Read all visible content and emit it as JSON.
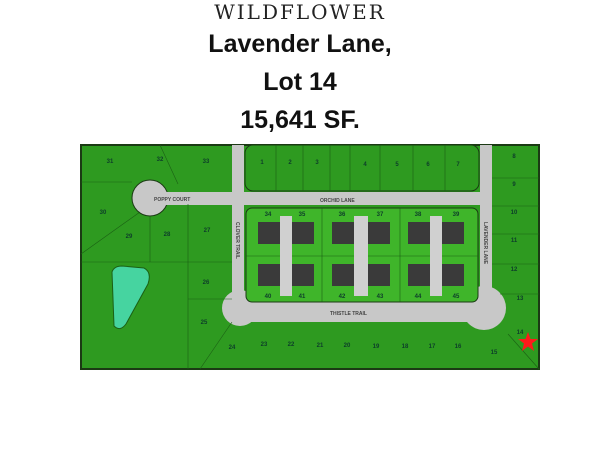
{
  "header": {
    "brand": "WILDFLOWER",
    "street": "Lavender Lane,",
    "lot": "Lot 14",
    "area": "15,641 SF."
  },
  "map": {
    "colors": {
      "land": "#2e9a20",
      "inner_land": "#3fb52a",
      "road": "#c8c8c8",
      "border": "#1b3a14",
      "pond": "#46d4a0",
      "marker": "#ff1a1a",
      "lot_label": "#0d3d2a",
      "building": "#3a3a3a"
    },
    "streets": [
      "POPPY COURT",
      "ORCHID LANE",
      "CLOVER TRAIL",
      "LAVENDER LANE",
      "THISTLE TRAIL"
    ],
    "lots": [
      "1",
      "2",
      "3",
      "4",
      "5",
      "6",
      "7",
      "8",
      "9",
      "10",
      "11",
      "12",
      "13",
      "14",
      "15",
      "16",
      "17",
      "18",
      "19",
      "20",
      "21",
      "22",
      "23",
      "24",
      "25",
      "26",
      "27",
      "28",
      "29",
      "30",
      "31",
      "32",
      "33",
      "34",
      "35",
      "36",
      "37",
      "38",
      "39",
      "40",
      "41",
      "42",
      "43",
      "44",
      "45"
    ],
    "highlighted_lot": "14",
    "marker": "star"
  }
}
